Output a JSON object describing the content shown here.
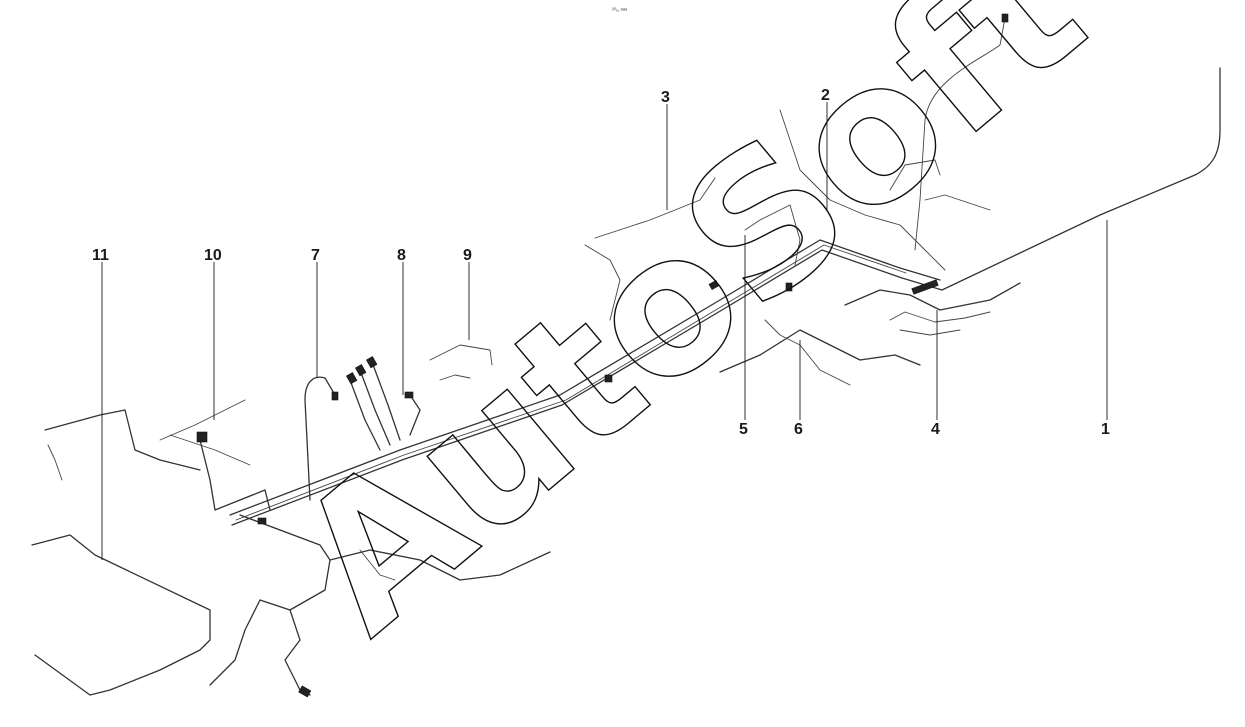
{
  "diagram": {
    "header_code": "²⁰ₕ ᵃᵃᵃ",
    "watermark": "AutoSoft",
    "callouts": [
      {
        "id": "callout-1",
        "label": "1"
      },
      {
        "id": "callout-2",
        "label": "2"
      },
      {
        "id": "callout-3",
        "label": "3"
      },
      {
        "id": "callout-4",
        "label": "4"
      },
      {
        "id": "callout-5",
        "label": "5"
      },
      {
        "id": "callout-6",
        "label": "6"
      },
      {
        "id": "callout-7",
        "label": "7"
      },
      {
        "id": "callout-8",
        "label": "8"
      },
      {
        "id": "callout-9",
        "label": "9"
      },
      {
        "id": "callout-10",
        "label": "10"
      },
      {
        "id": "callout-11",
        "label": "11"
      }
    ],
    "colors": {
      "line": "#333333",
      "background": "#ffffff"
    }
  }
}
